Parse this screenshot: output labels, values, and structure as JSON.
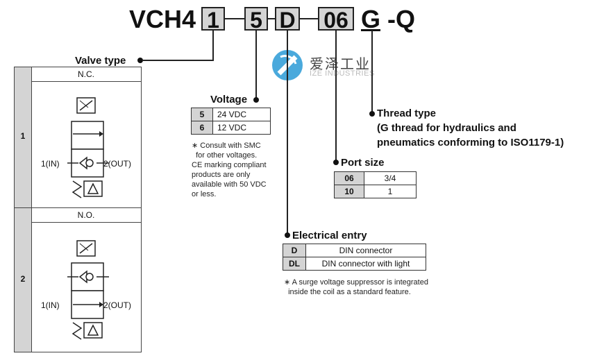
{
  "model_code": {
    "prefix": "VCH4",
    "segments": [
      "1",
      "5",
      "D",
      "06",
      "G",
      "-Q"
    ]
  },
  "watermark": {
    "name": "爱泽工业",
    "subtitle": "IZE INDUSTRIES"
  },
  "valve_type": {
    "heading": "Valve type",
    "rows": [
      {
        "code": "1",
        "label": "N.C.",
        "inlet": "1(IN)",
        "outlet": "2(OUT)"
      },
      {
        "code": "2",
        "label": "N.O.",
        "inlet": "1(IN)",
        "outlet": "2(OUT)"
      }
    ]
  },
  "voltage": {
    "heading": "Voltage",
    "options": [
      {
        "code": "5",
        "value": "24 VDC"
      },
      {
        "code": "6",
        "value": "12 VDC"
      }
    ],
    "note": [
      "∗ Consult with SMC",
      "  for other voltages.",
      "CE marking compliant",
      "products are only",
      "available with 50 VDC",
      "or less."
    ]
  },
  "electrical_entry": {
    "heading": "Electrical entry",
    "options": [
      {
        "code": "D",
        "value": "DIN connector"
      },
      {
        "code": "DL",
        "value": "DIN connector with light"
      }
    ],
    "note": [
      "∗ A surge voltage suppressor is integrated",
      "  inside the coil as a standard feature."
    ]
  },
  "port_size": {
    "heading": "Port size",
    "options": [
      {
        "code": "06",
        "value": "3/4"
      },
      {
        "code": "10",
        "value": "1"
      }
    ]
  },
  "thread_type": {
    "heading": "Thread type",
    "lines": [
      "(G thread for hydraulics and",
      "pneumatics conforming to ISO1179-1)"
    ]
  }
}
